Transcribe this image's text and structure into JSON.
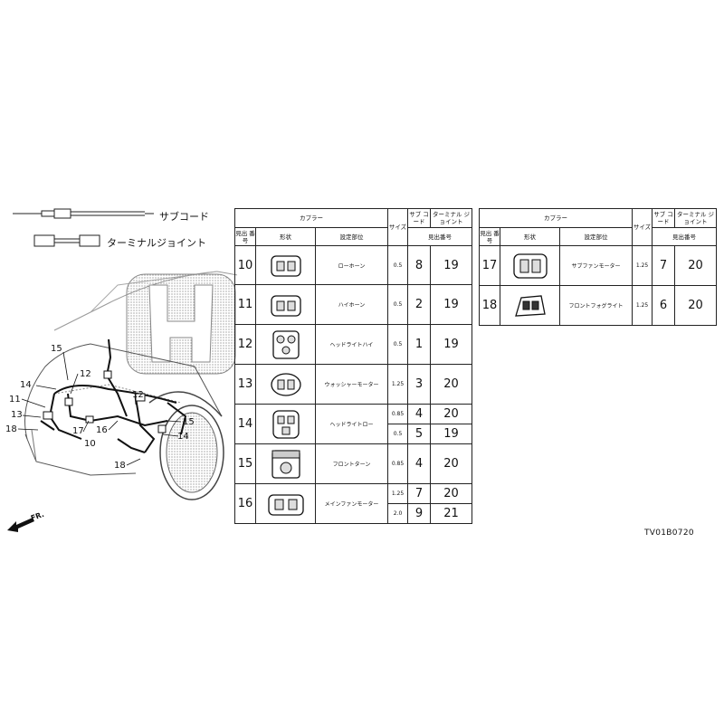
{
  "legend": {
    "sub_cord": "サブコード",
    "terminal_joint": "ターミナルジョイント"
  },
  "headers": {
    "coupler": "カプラー",
    "size": "サイズ",
    "sub_cord": "サブ コード",
    "terminal_joint": "ターミナル ジョイント",
    "ref_no": "見出 番号",
    "shape": "形状",
    "position": "設定部位",
    "ref_no_2": "見出番号"
  },
  "table_left": [
    {
      "num": "10",
      "position": "ローホーン",
      "rows": [
        {
          "size": "0.5",
          "sub": "8",
          "term": "19"
        }
      ]
    },
    {
      "num": "11",
      "position": "ハイホーン",
      "rows": [
        {
          "size": "0.5",
          "sub": "2",
          "term": "19"
        }
      ]
    },
    {
      "num": "12",
      "position": "ヘッドライトハイ",
      "rows": [
        {
          "size": "0.5",
          "sub": "1",
          "term": "19"
        }
      ]
    },
    {
      "num": "13",
      "position": "ウォッシャーモーター",
      "rows": [
        {
          "size": "1.25",
          "sub": "3",
          "term": "20"
        }
      ]
    },
    {
      "num": "14",
      "position": "ヘッドライトロー",
      "rows": [
        {
          "size": "0.85",
          "sub": "4",
          "term": "20"
        },
        {
          "size": "0.5",
          "sub": "5",
          "term": "19"
        }
      ]
    },
    {
      "num": "15",
      "position": "フロントターン",
      "rows": [
        {
          "size": "0.85",
          "sub": "4",
          "term": "20"
        }
      ]
    },
    {
      "num": "16",
      "position": "メインファンモーター",
      "rows": [
        {
          "size": "1.25",
          "sub": "7",
          "term": "20"
        },
        {
          "size": "2.0",
          "sub": "9",
          "term": "21"
        }
      ]
    }
  ],
  "table_right": [
    {
      "num": "17",
      "position": "サブファンモーター",
      "rows": [
        {
          "size": "1.25",
          "sub": "7",
          "term": "20"
        }
      ]
    },
    {
      "num": "18",
      "position": "フロントフォグライト",
      "rows": [
        {
          "size": "1.25",
          "sub": "6",
          "term": "20"
        }
      ]
    }
  ],
  "callouts": [
    "15",
    "14",
    "12",
    "11",
    "13",
    "18",
    "17",
    "10",
    "16",
    "12",
    "15",
    "14",
    "18"
  ],
  "direction": "FR.",
  "diagram_code": "TV01B0720"
}
